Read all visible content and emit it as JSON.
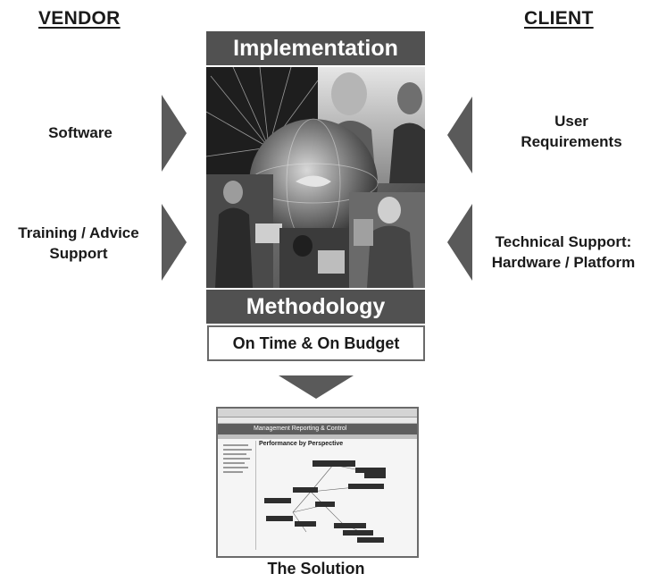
{
  "headings": {
    "vendor": "VENDOR",
    "client": "CLIENT"
  },
  "vendor_items": [
    {
      "label": "Software"
    },
    {
      "label": "Training / Advice\nSupport"
    }
  ],
  "client_items": [
    {
      "label": "User\nRequirements"
    },
    {
      "label": "Technical Support:\nHardware / Platform"
    }
  ],
  "center": {
    "top_banner": "Implementation",
    "bottom_banner": "Methodology",
    "subtitle": "On Time & On Budget"
  },
  "solution": {
    "caption": "The Solution",
    "screenshot_title": "Management Reporting & Control",
    "screenshot_heading": "Performance by Perspective"
  },
  "colors": {
    "banner": "#515151",
    "arrow": "#5a5a5a",
    "text": "#1a1a1a"
  },
  "icons": {
    "arrow_right": "triangle-right",
    "arrow_left": "triangle-left",
    "arrow_down": "triangle-down"
  }
}
